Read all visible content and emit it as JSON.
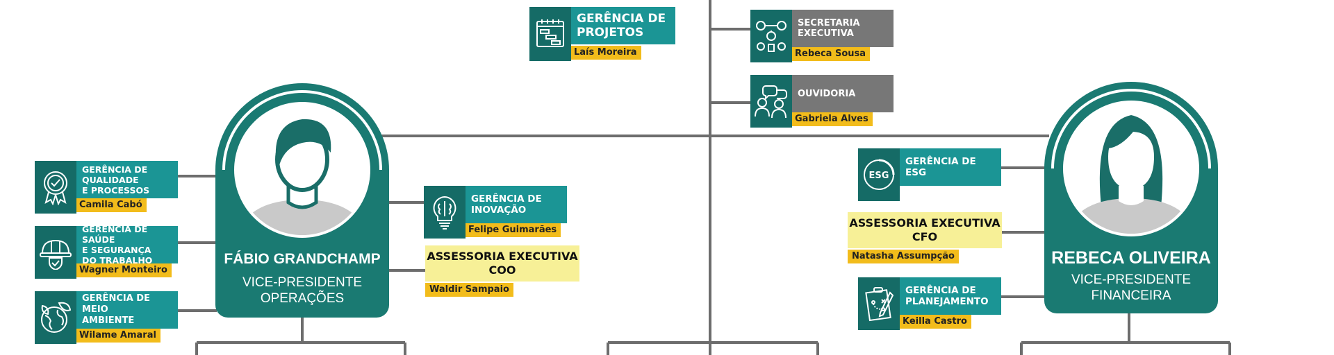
{
  "colors": {
    "teal_dark": "#156b66",
    "teal": "#1b9595",
    "grey": "#777777",
    "yellow": "#f2bc1b",
    "light_yellow": "#f7f097",
    "line": "#6d6d6d"
  },
  "top_units": {
    "projetos": {
      "title_l1": "GERÊNCIA DE",
      "title_l2": "PROJETOS",
      "name": "Laís Moreira",
      "icon": "gantt-chart-icon"
    },
    "secretaria": {
      "title_l1": "SECRETARIA",
      "title_l2": "EXECUTIVA",
      "name": "Rebeca Sousa",
      "icon": "workflow-icon"
    },
    "ouvidoria": {
      "title_l1": "OUVIDORIA",
      "name": "Gabriela Alves",
      "icon": "conversation-icon"
    }
  },
  "vp_operacoes": {
    "name": "FÁBIO GRANDCHAMP",
    "role_l1": "VICE-PRESIDENTE",
    "role_l2": "OPERAÇÕES",
    "units": [
      {
        "key": "qualidade",
        "title_l1": "GERÊNCIA DE",
        "title_l2": "QUALIDADE",
        "title_l3": "E PROCESSOS",
        "name": "Camila Cabó",
        "icon": "award-ribbon-icon"
      },
      {
        "key": "saude",
        "title_l1": "GERÊNCIA DE SAÚDE",
        "title_l2": "E SEGURANÇA",
        "title_l3": "DO TRABALHO",
        "name": "Wagner Monteiro",
        "icon": "safety-helmet-icon"
      },
      {
        "key": "meio_ambiente",
        "title_l1": "GERÊNCIA DE MEIO",
        "title_l2": "AMBIENTE",
        "name": "Wilame Amaral",
        "icon": "globe-leaf-icon"
      }
    ],
    "inovacao": {
      "title_l1": "GERÊNCIA DE",
      "title_l2": "INOVAÇÃO",
      "name": "Felipe Guimarães",
      "icon": "brain-bulb-icon"
    },
    "assessoria": {
      "title_l1": "ASSESSORIA EXECUTIVA",
      "title_l2": "COO",
      "name": "Waldir Sampaio"
    }
  },
  "vp_financeira": {
    "name": "REBECA OLIVEIRA",
    "role_l1": "VICE-PRESIDENTE",
    "role_l2": "FINANCEIRA",
    "esg": {
      "title_l1": "GERÊNCIA DE",
      "title_l2": "ESG",
      "name": "",
      "icon": "esg-icon",
      "icon_text": "ESG"
    },
    "assessoria": {
      "title_l1": "ASSESSORIA EXECUTIVA",
      "title_l2": "CFO",
      "name": "Natasha Assumpção"
    },
    "planejamento": {
      "title_l1": "GERÊNCIA DE",
      "title_l2": "PLANEJAMENTO",
      "name": "Keilla Castro",
      "icon": "clipboard-strategy-icon"
    }
  }
}
